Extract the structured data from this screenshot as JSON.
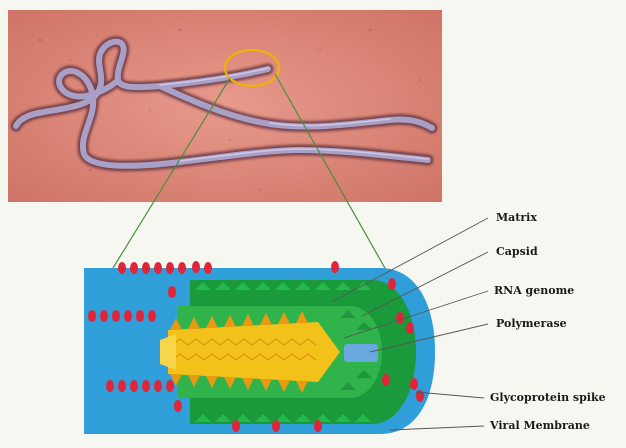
{
  "diagram": {
    "labels": {
      "matrix": "Matrix",
      "capsid": "Capsid",
      "rna_genome": "RNA genome",
      "polymerase": "Polymerase",
      "glycoprotein_spike": "Glycoprotein spike",
      "viral_membrane": "Viral Membrane"
    }
  },
  "colors": {
    "micrograph_bg": "#d98a7e",
    "virus_filament": "#a9a0c8",
    "membrane": "#2f9ed9",
    "matrix": "#1a9a3a",
    "capsid": "#2fb34a",
    "rna_genome": "#f2c21a",
    "polymerase": "#6aa8e0",
    "spike": "#e0253a",
    "zoom_circle": "#f0b400",
    "leader_line": "#4a8f3a"
  }
}
